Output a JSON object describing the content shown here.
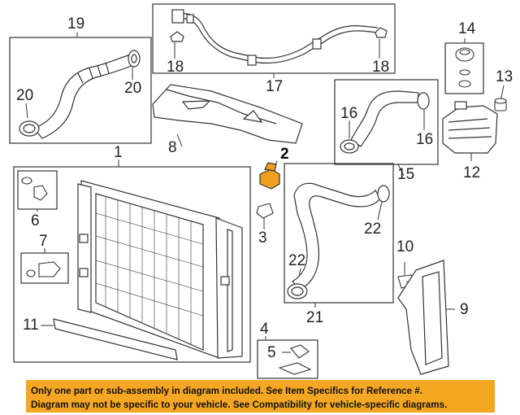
{
  "callouts": {
    "c1": "1",
    "c2": "2",
    "c3": "3",
    "c4": "4",
    "c5": "5",
    "c6": "6",
    "c7": "7",
    "c8": "8",
    "c9": "9",
    "c10": "10",
    "c11": "11",
    "c12": "12",
    "c13": "13",
    "c14": "14",
    "c15": "15",
    "c16a": "16",
    "c16b": "16",
    "c17": "17",
    "c18a": "18",
    "c18b": "18",
    "c19": "19",
    "c20a": "20",
    "c20b": "20",
    "c21": "21",
    "c22a": "22",
    "c22b": "22"
  },
  "notice": {
    "line1": "Only one part or sub-assembly in diagram included. See Item Specifics for Reference #.",
    "line2": "Diagram may not be specific to your vehicle. See Compatibility for vehicle-specific diagrams."
  },
  "colors": {
    "notice_bg": "#f5a623",
    "highlight_part": "#f0a020"
  }
}
